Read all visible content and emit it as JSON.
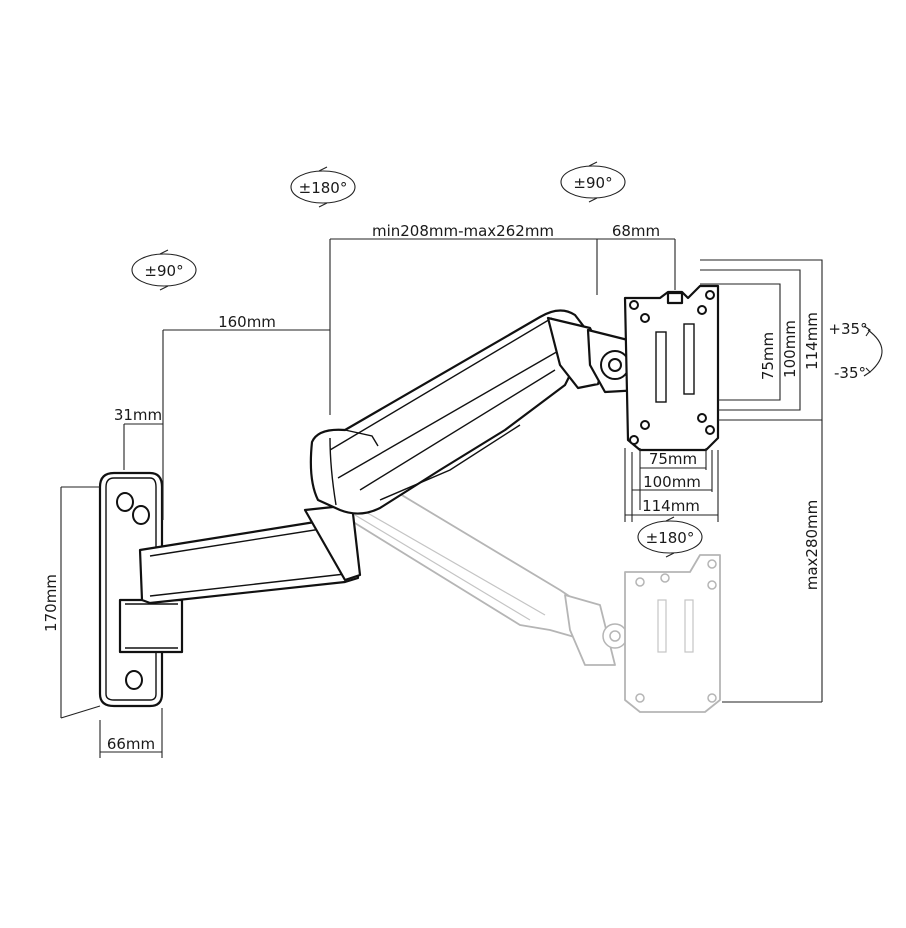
{
  "dimensions": {
    "min_max_reach": "min208mm-max262mm",
    "vesa_offset": "68mm",
    "arm_length": "160mm",
    "wall_offset": "31mm",
    "plate_height": "170mm",
    "plate_width": "66mm",
    "max_height": "max280mm",
    "vesa_75_h": "75mm",
    "vesa_100_h": "100mm",
    "vesa_114_h": "114mm",
    "vesa_75_w": "75mm",
    "vesa_100_w": "100mm",
    "vesa_114_w": "114mm"
  },
  "rotations": {
    "wall_swivel": "±90°",
    "arm_swivel": "±180°",
    "head_swivel": "±90°",
    "rotate": "±180°",
    "tilt_up": "+35°",
    "tilt_down": "-35°"
  }
}
